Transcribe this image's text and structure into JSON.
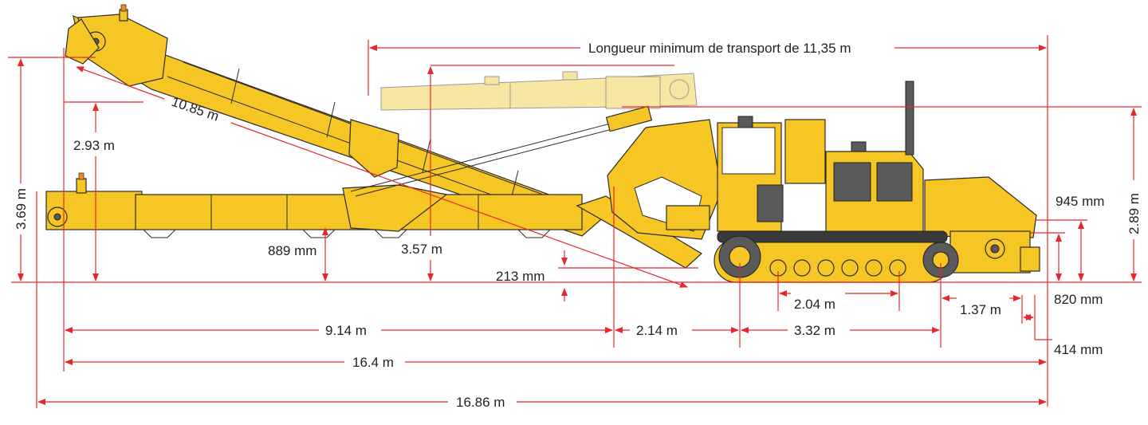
{
  "colors": {
    "machine_yellow": "#f6c624",
    "ghost_yellow": "#f8e6a3",
    "dimension_red": "#e8272d",
    "text": "#222222"
  },
  "labels": {
    "transport_length": "Longueur minimum de transport de 11,35 m",
    "conveyor_length": "10.85 m",
    "height_293": "2.93 m",
    "height_369": "3.69 m",
    "height_889": "889 mm",
    "height_357": "3.57 m",
    "depth_213": "213 mm",
    "height_289": "2.89 m",
    "height_945": "945 mm",
    "height_820": "820 mm",
    "width_414": "414 mm",
    "len_204": "2.04 m",
    "len_137": "1.37 m",
    "len_914": "9.14 m",
    "len_214": "2.14 m",
    "len_332": "3.32 m",
    "len_164": "16.4 m",
    "len_1686": "16.86 m"
  }
}
